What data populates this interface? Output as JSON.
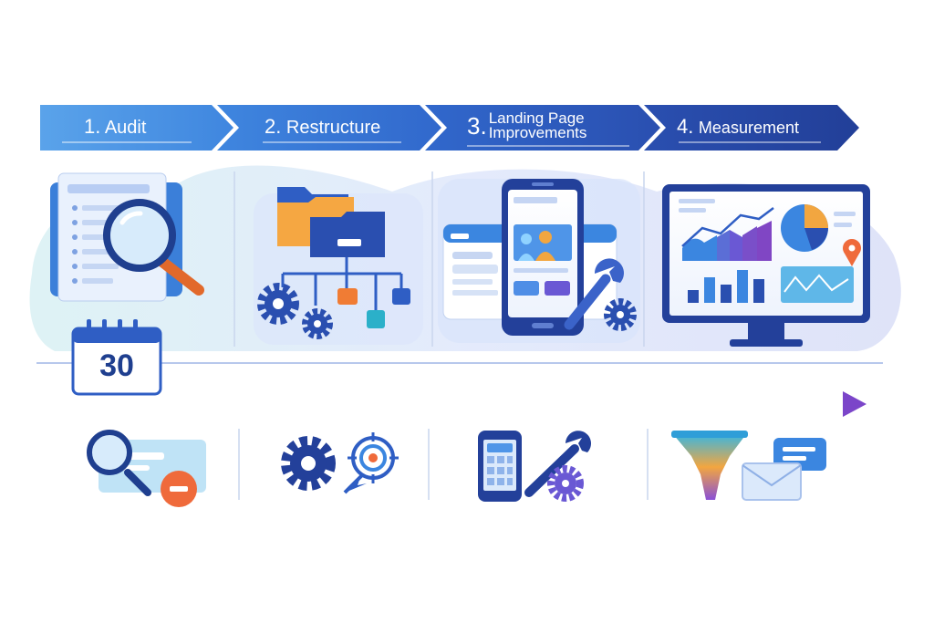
{
  "steps": [
    {
      "number": "1.",
      "label": "Audit"
    },
    {
      "number": "2.",
      "label": "Restructure"
    },
    {
      "number": "3.",
      "label_line1": "Landing Page",
      "label_line2": "Improvements"
    },
    {
      "number": "4.",
      "label": "Measurement"
    }
  ],
  "calendar": {
    "day": "30"
  },
  "colors": {
    "banner_light": "#4a90e2",
    "banner_mid": "#3566c7",
    "banner_dark": "#26449e",
    "accent_orange": "#f28a3a",
    "accent_purple": "#7b4fd1",
    "navy": "#1f3f8f",
    "teal": "#2bb0c9"
  },
  "icons": {
    "panel_1": [
      "document-icon",
      "magnifier-icon",
      "calendar-icon"
    ],
    "panel_2": [
      "folder-icon",
      "sitemap-icon",
      "gear-icon"
    ],
    "panel_3": [
      "smartphone-icon",
      "webpage-icon",
      "wrench-icon",
      "gear-icon"
    ],
    "panel_4": [
      "monitor-icon",
      "line-chart-icon",
      "pie-chart-icon",
      "bar-chart-icon",
      "map-pin-icon"
    ],
    "bottom_row": [
      "search-minus-icon",
      "gear-target-icon",
      "phone-wrench-icon",
      "funnel-mail-icon"
    ]
  }
}
